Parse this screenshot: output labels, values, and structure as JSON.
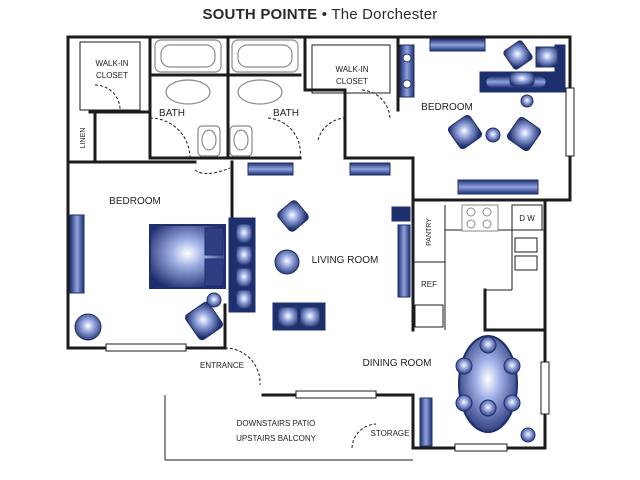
{
  "title": {
    "property": "SOUTH POINTE",
    "separator": "•",
    "plan": "The Dorchester"
  },
  "rooms": {
    "walk_in_closet_left": [
      "WALK-IN",
      "CLOSET"
    ],
    "walk_in_closet_right": [
      "WALK-IN",
      "CLOSET"
    ],
    "bath_left": "BATH",
    "bath_right": "BATH",
    "linen": "LINEN",
    "bedroom_left": "BEDROOM",
    "bedroom_right": "BEDROOM",
    "living_room": "LIVING ROOM",
    "pantry": "PANTRY",
    "dishwasher": "D W",
    "refrigerator": "REF",
    "dining_room": "DINING ROOM",
    "entrance": "ENTRANCE",
    "patio": [
      "DOWNSTAIRS PATIO",
      "UPSTAIRS BALCONY"
    ],
    "storage": "STORAGE"
  },
  "colors": {
    "wall": "#1b1b1b",
    "furniture_dark": "#1e2f6e",
    "furniture_light": "#9fb0e6",
    "fixture_gray": "#8a8a8a"
  }
}
